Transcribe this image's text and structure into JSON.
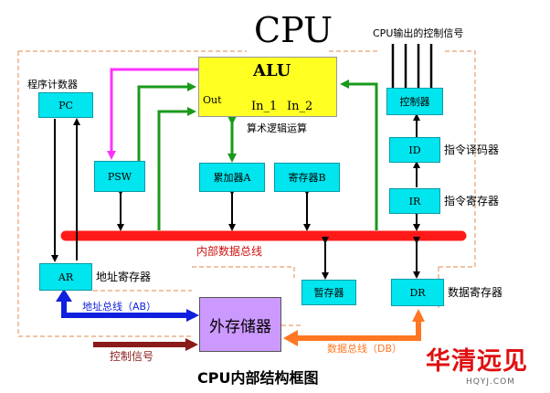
{
  "title": "CPU",
  "footer_title": "CPU内部结构框图",
  "control_out_label": "CPU输出的控制信号",
  "alu": {
    "name": "ALU",
    "out": "Out",
    "in1": "In_1",
    "in2": "In_2",
    "caption": "算术逻辑运算"
  },
  "pc": {
    "name": "PC",
    "caption": "程序计数器"
  },
  "psw": {
    "name": "PSW"
  },
  "acc": {
    "name": "累加器A"
  },
  "regb": {
    "name": "寄存器B"
  },
  "controller": {
    "name": "控制器"
  },
  "id": {
    "name": "ID",
    "caption": "指令译码器"
  },
  "ir": {
    "name": "IR",
    "caption": "指令寄存器"
  },
  "ar": {
    "name": "AR",
    "caption": "地址寄存器"
  },
  "temp": {
    "name": "暂存器"
  },
  "dr": {
    "name": "DR",
    "caption": "数据寄存器"
  },
  "bus_label": "内部数据总线",
  "memory": {
    "name": "外存储器"
  },
  "address_bus": "地址总线（AB）",
  "data_bus": "数据总线（DB）",
  "control_signal": "控制信号",
  "watermark": {
    "cn": "华清远见",
    "en": "HQYJ.COM"
  },
  "colors": {
    "alu_fill": "#ffff22",
    "box_fill": "#00e5ee",
    "bus": "#ff1a1a",
    "memory_fill": "#cc99ff",
    "green": "#1a9a1a",
    "magenta": "#ff33ff",
    "blue": "#1020dd",
    "orange": "#ff7722",
    "dark_red": "#8b1a1a",
    "dashed": "#e6a070",
    "watermark_red": "#e01010"
  }
}
